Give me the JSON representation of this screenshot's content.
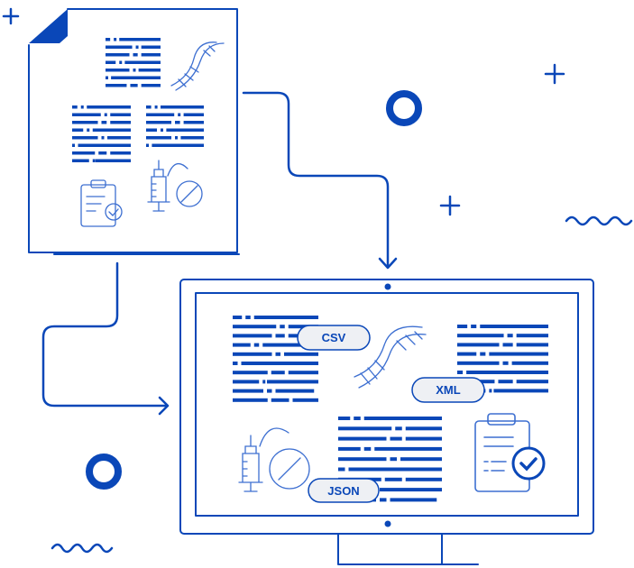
{
  "colors": {
    "primary": "#0a47b8",
    "line": "#3d6fd1",
    "pill_fill": "#eef0f4"
  },
  "formats": {
    "csv": "CSV",
    "xml": "XML",
    "json": "JSON"
  }
}
